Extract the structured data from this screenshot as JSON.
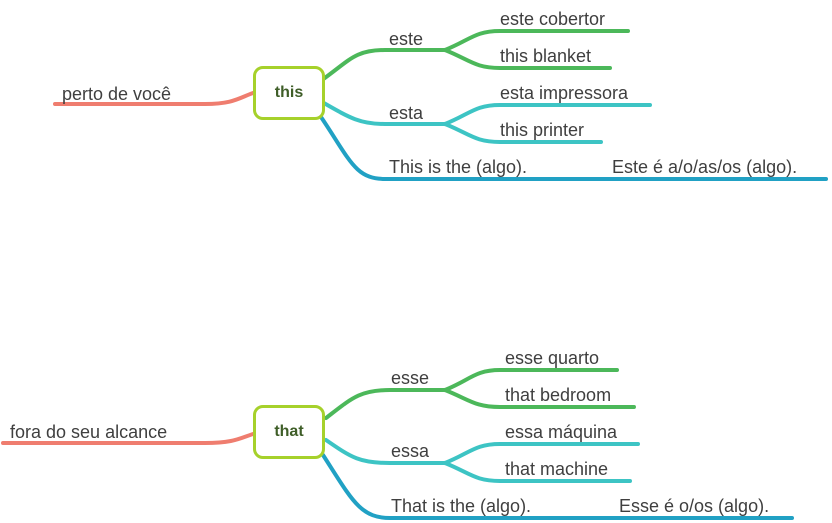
{
  "colors": {
    "center_border": "#a6d12b",
    "center_text": "#3f5e28",
    "left_branch": "#ef7d6f",
    "green_branch": "#4cb85a",
    "teal_branch": "#3dc4c4",
    "blue_branch": "#21a1c4",
    "text": "#3f3f3f"
  },
  "maps": [
    {
      "center": "this",
      "left": "perto de você",
      "branch_a": {
        "label": "este",
        "children": [
          "este cobertor",
          "this blanket"
        ]
      },
      "branch_b": {
        "label": "esta",
        "children": [
          "esta impressora",
          "this printer"
        ]
      },
      "phrase": "This is the (algo).",
      "translation": "Este é a/o/as/os (algo)."
    },
    {
      "center": "that",
      "left": "fora do seu alcance",
      "branch_a": {
        "label": "esse",
        "children": [
          "esse quarto",
          "that bedroom"
        ]
      },
      "branch_b": {
        "label": "essa",
        "children": [
          "essa máquina",
          "that machine"
        ]
      },
      "phrase": "That is the (algo).",
      "translation": "Esse é o/os (algo)."
    }
  ]
}
